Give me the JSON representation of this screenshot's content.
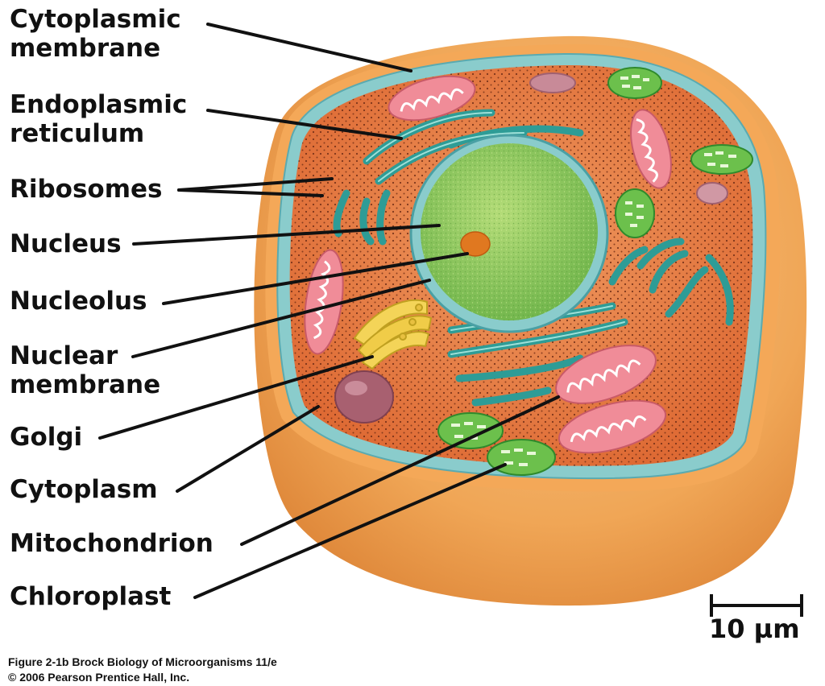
{
  "labels": {
    "cytoplasmic_membrane": [
      "Cytoplasmic",
      "membrane"
    ],
    "endoplasmic_reticulum": [
      "Endoplasmic",
      "reticulum"
    ],
    "ribosomes": "Ribosomes",
    "nucleus": "Nucleus",
    "nucleolus": "Nucleolus",
    "nuclear_membrane": [
      "Nuclear",
      "membrane"
    ],
    "golgi": "Golgi",
    "cytoplasm": "Cytoplasm",
    "mitochondrion": "Mitochondrion",
    "chloroplast": "Chloroplast"
  },
  "scale_bar": {
    "label": "10 µm"
  },
  "caption": {
    "line1": "Figure 2-1b  Brock Biology of Microorganisms 11/e",
    "line2": "© 2006 Pearson Prentice Hall, Inc."
  },
  "colors": {
    "cell_outer": "#f0a450",
    "cytoplasm": "#e2703a",
    "membrane": "#7cc4c4",
    "nucleus": "#8ec65a",
    "nucleolus": "#e07820",
    "mitochondrion": "#f08c98",
    "chloroplast": "#5cb848",
    "golgi": "#f0d050",
    "er": "#2e9c96",
    "vacuole": "#a86070"
  }
}
